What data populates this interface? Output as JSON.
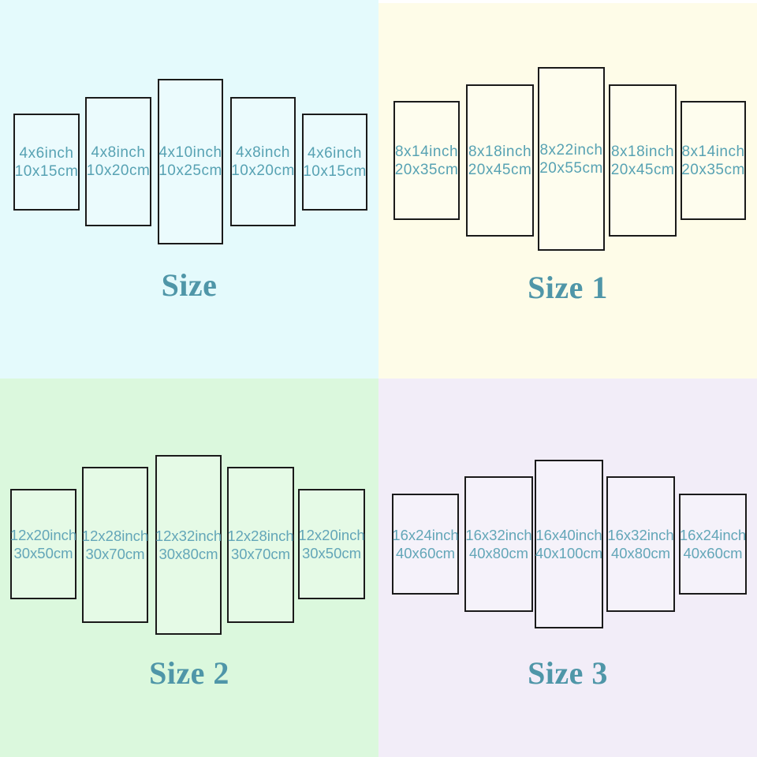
{
  "colors": {
    "label_text_top": "#57a2b3",
    "label_text_bottom": "#63a6b8",
    "title_text": "#4f96a8",
    "panel_border": "#1a1a1a",
    "quadrant_backgrounds": [
      "#e4fafc",
      "#fefce8",
      "#dbf8dd",
      "#f2edf8"
    ]
  },
  "quadrants": [
    {
      "title": "Size",
      "bg": "#e4fafc",
      "panels": [
        {
          "inch": "4x6inch",
          "cm": "10x15cm"
        },
        {
          "inch": "4x8inch",
          "cm": "10x20cm"
        },
        {
          "inch": "4x10inch",
          "cm": "10x25cm"
        },
        {
          "inch": "4x8inch",
          "cm": "10x20cm"
        },
        {
          "inch": "4x6inch",
          "cm": "10x15cm"
        }
      ]
    },
    {
      "title": "Size 1",
      "bg": "#fefce8",
      "panels": [
        {
          "inch": "8x14inch",
          "cm": "20x35cm"
        },
        {
          "inch": "8x18inch",
          "cm": "20x45cm"
        },
        {
          "inch": "8x22inch",
          "cm": "20x55cm"
        },
        {
          "inch": "8x18inch",
          "cm": "20x45cm"
        },
        {
          "inch": "8x14inch",
          "cm": "20x35cm"
        }
      ]
    },
    {
      "title": "Size 2",
      "bg": "#dbf8dd",
      "panels": [
        {
          "inch": "12x20inch",
          "cm": "30x50cm"
        },
        {
          "inch": "12x28inch",
          "cm": "30x70cm"
        },
        {
          "inch": "12x32inch",
          "cm": "30x80cm"
        },
        {
          "inch": "12x28inch",
          "cm": "30x70cm"
        },
        {
          "inch": "12x20inch",
          "cm": "30x50cm"
        }
      ]
    },
    {
      "title": "Size 3",
      "bg": "#f2edf8",
      "panels": [
        {
          "inch": "16x24inch",
          "cm": "40x60cm"
        },
        {
          "inch": "16x32inch",
          "cm": "40x80cm"
        },
        {
          "inch": "16x40inch",
          "cm": "40x100cm"
        },
        {
          "inch": "16x32inch",
          "cm": "40x80cm"
        },
        {
          "inch": "16x24inch",
          "cm": "40x60cm"
        }
      ]
    }
  ]
}
